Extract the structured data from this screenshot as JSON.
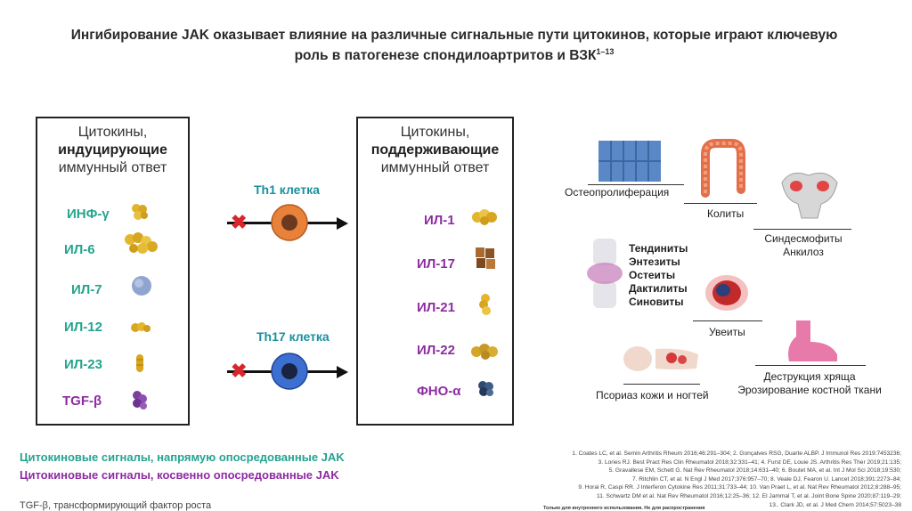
{
  "title": {
    "line1": "Ингибирование JAK оказывает влияние на различные сигнальные пути цитокинов, которые играют ключевую",
    "line2": "роль в патогенезе спондилоартритов и ВЗК",
    "sup": "1–13"
  },
  "left_box": {
    "head1": "Цитокины,",
    "head2": "индуцирующие",
    "head3": "иммунный ответ",
    "items": [
      "ИНФ-γ",
      "ИЛ-6",
      "ИЛ-7",
      "ИЛ-12",
      "ИЛ-23",
      "TGF-β"
    ]
  },
  "cells": {
    "th1": "Th1 клетка",
    "th17": "Th17 клетка",
    "colors": {
      "th1_outer": "#e8823a",
      "th1_nucleus": "#6b3a1e",
      "th17_outer": "#3d6fd1",
      "th17_nucleus": "#1a2340"
    }
  },
  "right_box": {
    "head1": "Цитокины,",
    "head2": "поддерживающие",
    "head3": "иммунный ответ",
    "items": [
      "ИЛ-1",
      "ИЛ-17",
      "ИЛ-21",
      "ИЛ-22",
      "ФНО-α"
    ]
  },
  "pathology": {
    "osteo": "Остеопролиферация",
    "colitis": "Колиты",
    "syndesmo1": "Синдесмофиты",
    "syndesmo2": "Анкилоз",
    "tendon1": "Тендиниты",
    "tendon2": "Энтезиты",
    "tendon3": "Остеиты",
    "tendon4": "Дактилиты",
    "tendon5": "Синовиты",
    "uveitis": "Увеиты",
    "cartilage1": "Деструкция хряща",
    "cartilage2": "Эрозирование костной ткани",
    "psoriasis": "Псориаз кожи и ногтей"
  },
  "legend": {
    "direct": "Цитокиновые сигналы, напрямую опосредованные JAK",
    "indirect": "Цитокиновые сигналы, косвенно опосредованные JAK"
  },
  "footnote": "TGF-β, трансформирующий фактор роста",
  "confidential": "Только для внутреннего использования. Не для распространения",
  "references": [
    "1. Coates LC, et al. Semin Arthritis Rheum 2016;46:291–304; 2. Gonçalves RSG, Duarte ALBP. J Immunol Res 2019:7453236;",
    "3. Lories RJ. Best Pract Res Clin Rheumatol 2018;32:331–41; 4. Furst DE, Louie JS. Arthritis Res Ther 2019;21:135;",
    "5. Gravallese EM, Schett G. Nat Rev Rheumatol 2018;14:631–40; 6. Boutet MA, et al. Int J Mol Sci 2018;19:530;",
    "7. Ritchlin CT, et al. N Engl J Med 2017;376:957–70; 8. Veale DJ, Fearon U. Lancet 2018;391:2273–84;",
    "9. Horai R, Caspi RR. J Interferon Cytokine Res 2011;31:733–44; 10. Van Praet L, et al. Nat Rev Rheumatol 2012;8:288–95;",
    "11. Schwartz DM et al. Nat Rev Rheumatol 2016;12:25–36; 12. El Jammal T, et al. Joint Bone Spine 2020;87:119–29;",
    "13.. Clark JD, et al. J Med Chem 2014;57:5023–38"
  ],
  "colors": {
    "direct": "#24a48f",
    "indirect": "#8e2ba3",
    "cross": "#d9262c"
  }
}
